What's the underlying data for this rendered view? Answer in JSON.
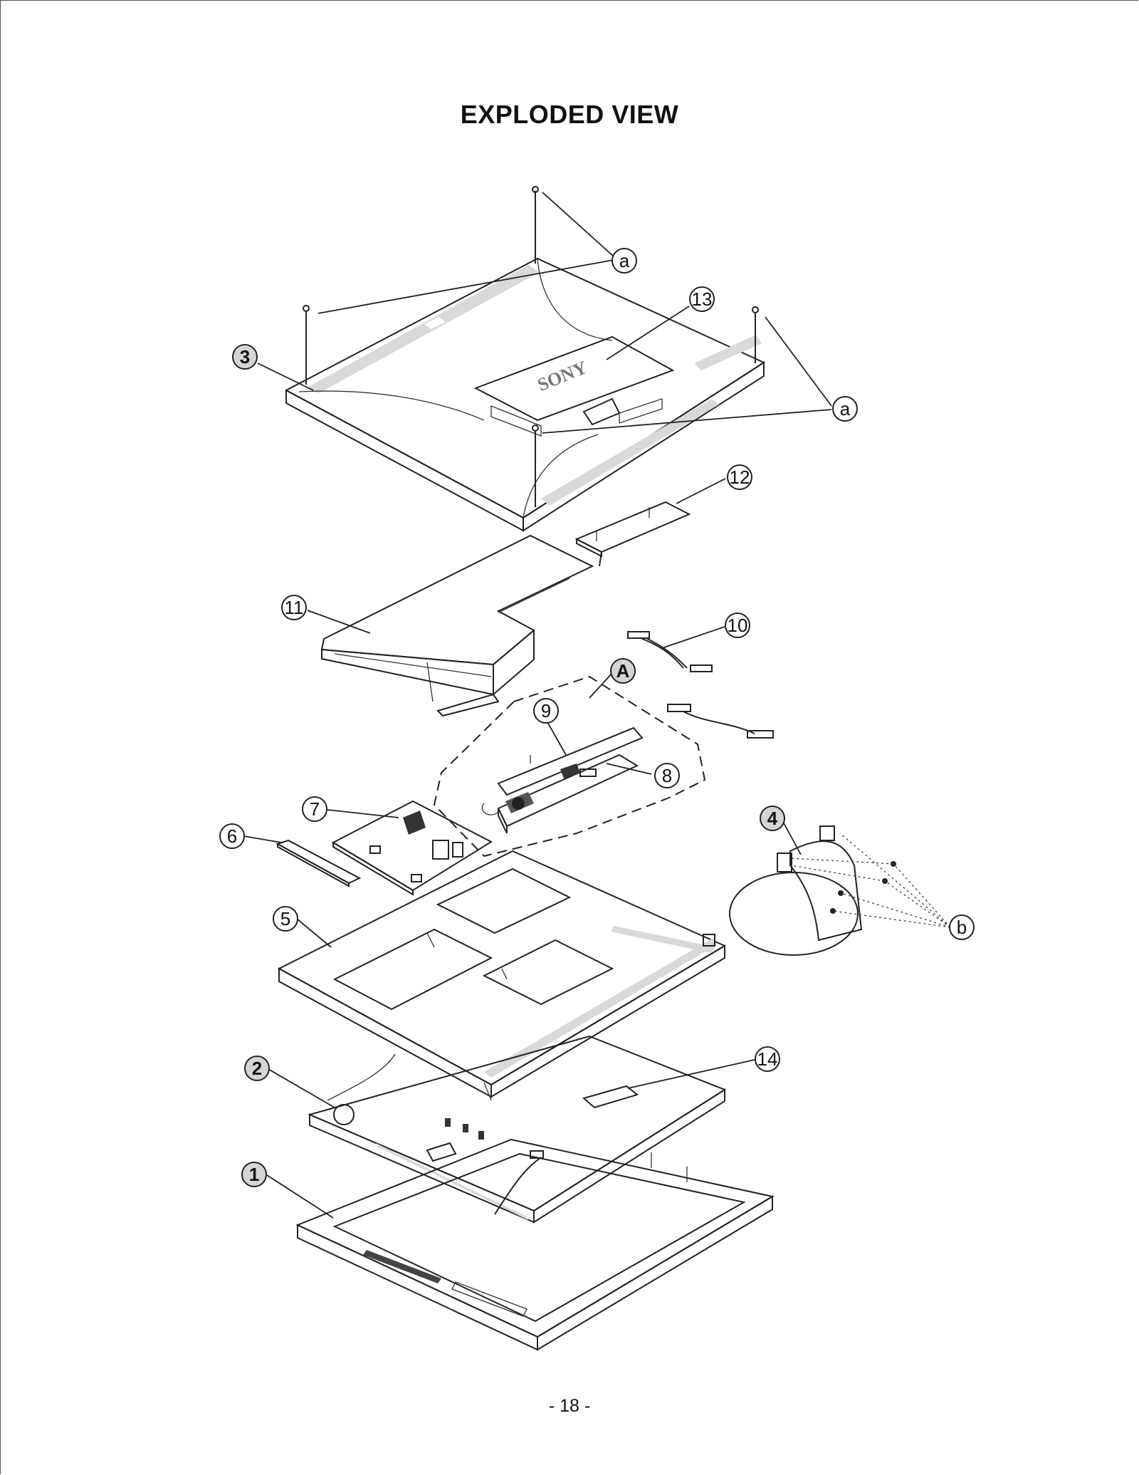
{
  "page": {
    "title": "EXPLODED VIEW",
    "page_number": "- 18 -"
  },
  "callouts": {
    "c1": "1",
    "c2": "2",
    "c3": "3",
    "c4": "4",
    "c5": "5",
    "c6": "6",
    "c7": "7",
    "c8": "8",
    "c9": "9",
    "c10": "10",
    "c11": "11",
    "c12": "12",
    "c13": "13",
    "c14": "14",
    "cA": "A",
    "ca_top": "a",
    "ca_right": "a",
    "cb": "b"
  },
  "logo_text": "SONY"
}
